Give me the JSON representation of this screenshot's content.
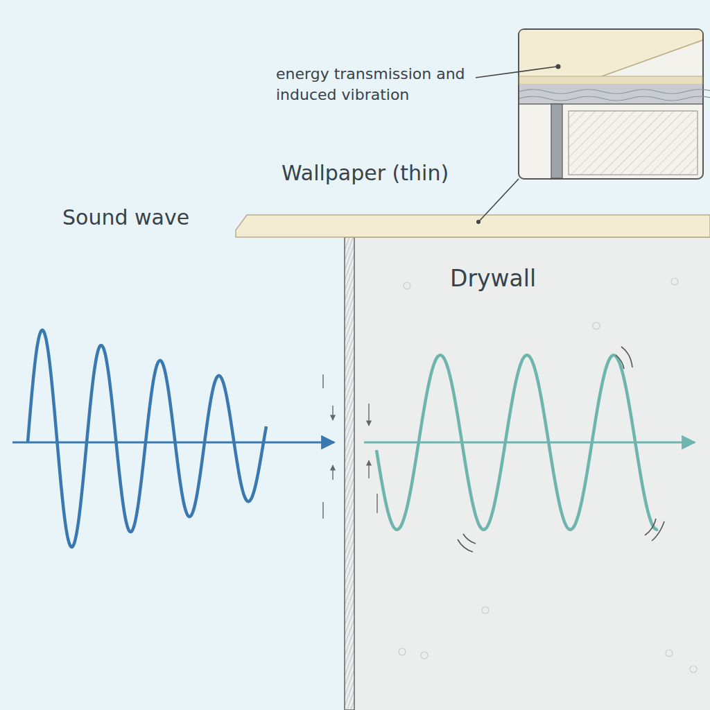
{
  "diagram": {
    "nodes": [
      {
        "text": [
          "Drywall"
        ]
      }
    ],
    "labels": [
      "energy transmission and induced vibration",
      "Wallpaper (thin)",
      "Sound wave"
    ]
  }
}
